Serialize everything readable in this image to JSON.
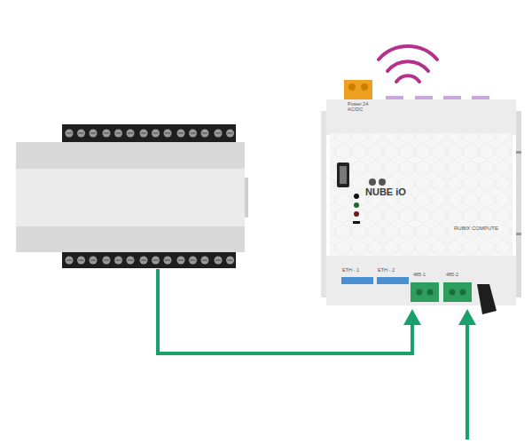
{
  "diagram": {
    "nodes": [
      {
        "text": [
          "NUBE iO",
          "RUBIX COMPUTE"
        ]
      }
    ],
    "labels": [
      "Power 24 AC/DC",
      "ETH - 1",
      "ETH - 2",
      "485-1",
      "485-2"
    ]
  }
}
